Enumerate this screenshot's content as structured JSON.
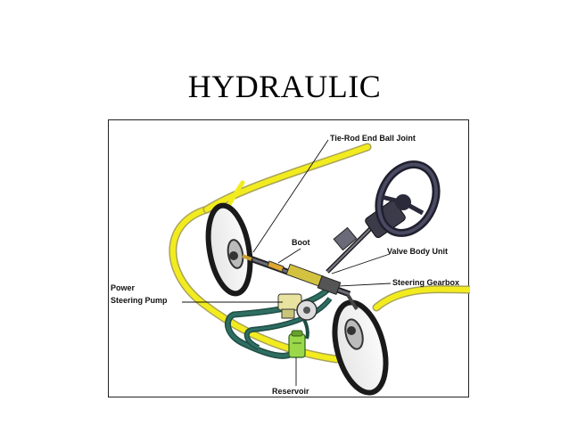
{
  "slide": {
    "title": "HYDRAULIC"
  },
  "diagram": {
    "labels": {
      "tie_rod": "Tie-Rod End Ball Joint",
      "boot": "Boot",
      "valve_body": "Valve Body Unit",
      "power_pump_line1": "Power",
      "power_pump_line2": "Steering Pump",
      "steering_gearbox": "Steering Gearbox",
      "reservoir": "Reservoir"
    },
    "colors": {
      "body_outline": "#f2ec1e",
      "body_outline_edge": "#a9a35a",
      "tire": "#f2f2f2",
      "hose": "#2f6e62",
      "reservoir": "#9ad84a",
      "metal": "#3b3b4a"
    }
  }
}
